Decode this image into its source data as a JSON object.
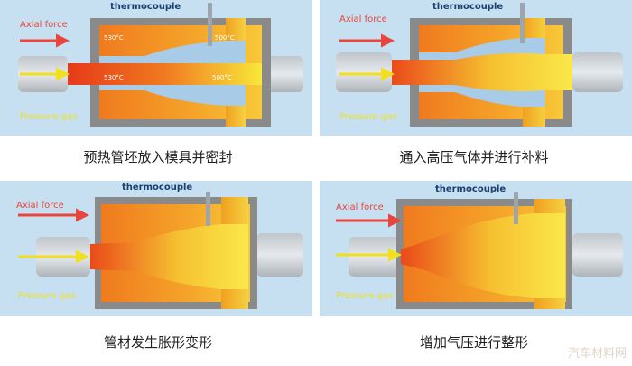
{
  "panels": [
    {
      "thermocouple": "thermocouple",
      "axial": "Axial force",
      "gas": "Pressure gas",
      "temps": [
        "530°C",
        "500°C",
        "530°C",
        "500°C"
      ]
    },
    {
      "thermocouple": "thermocouple",
      "axial": "Axial force",
      "gas": "Pressure gas"
    },
    {
      "thermocouple": "thermocouple",
      "axial": "Axial force",
      "gas": "Pressure gas"
    },
    {
      "thermocouple": "thermocouple",
      "axial": "Axial force",
      "gas": "Pressure gas"
    }
  ],
  "captions": [
    "预热管坯放入模具并密封",
    "通入高压气体并进行补料",
    "管材发生胀形变形",
    "增加气压进行整形"
  ],
  "watermark": "汽车材料网",
  "colors": {
    "background": "#c6e0f2",
    "die": "#888888",
    "hot": "#e84a1e",
    "warm": "#f8e83a",
    "arrow_force": "#e8463a",
    "arrow_gas": "#f0e020"
  }
}
